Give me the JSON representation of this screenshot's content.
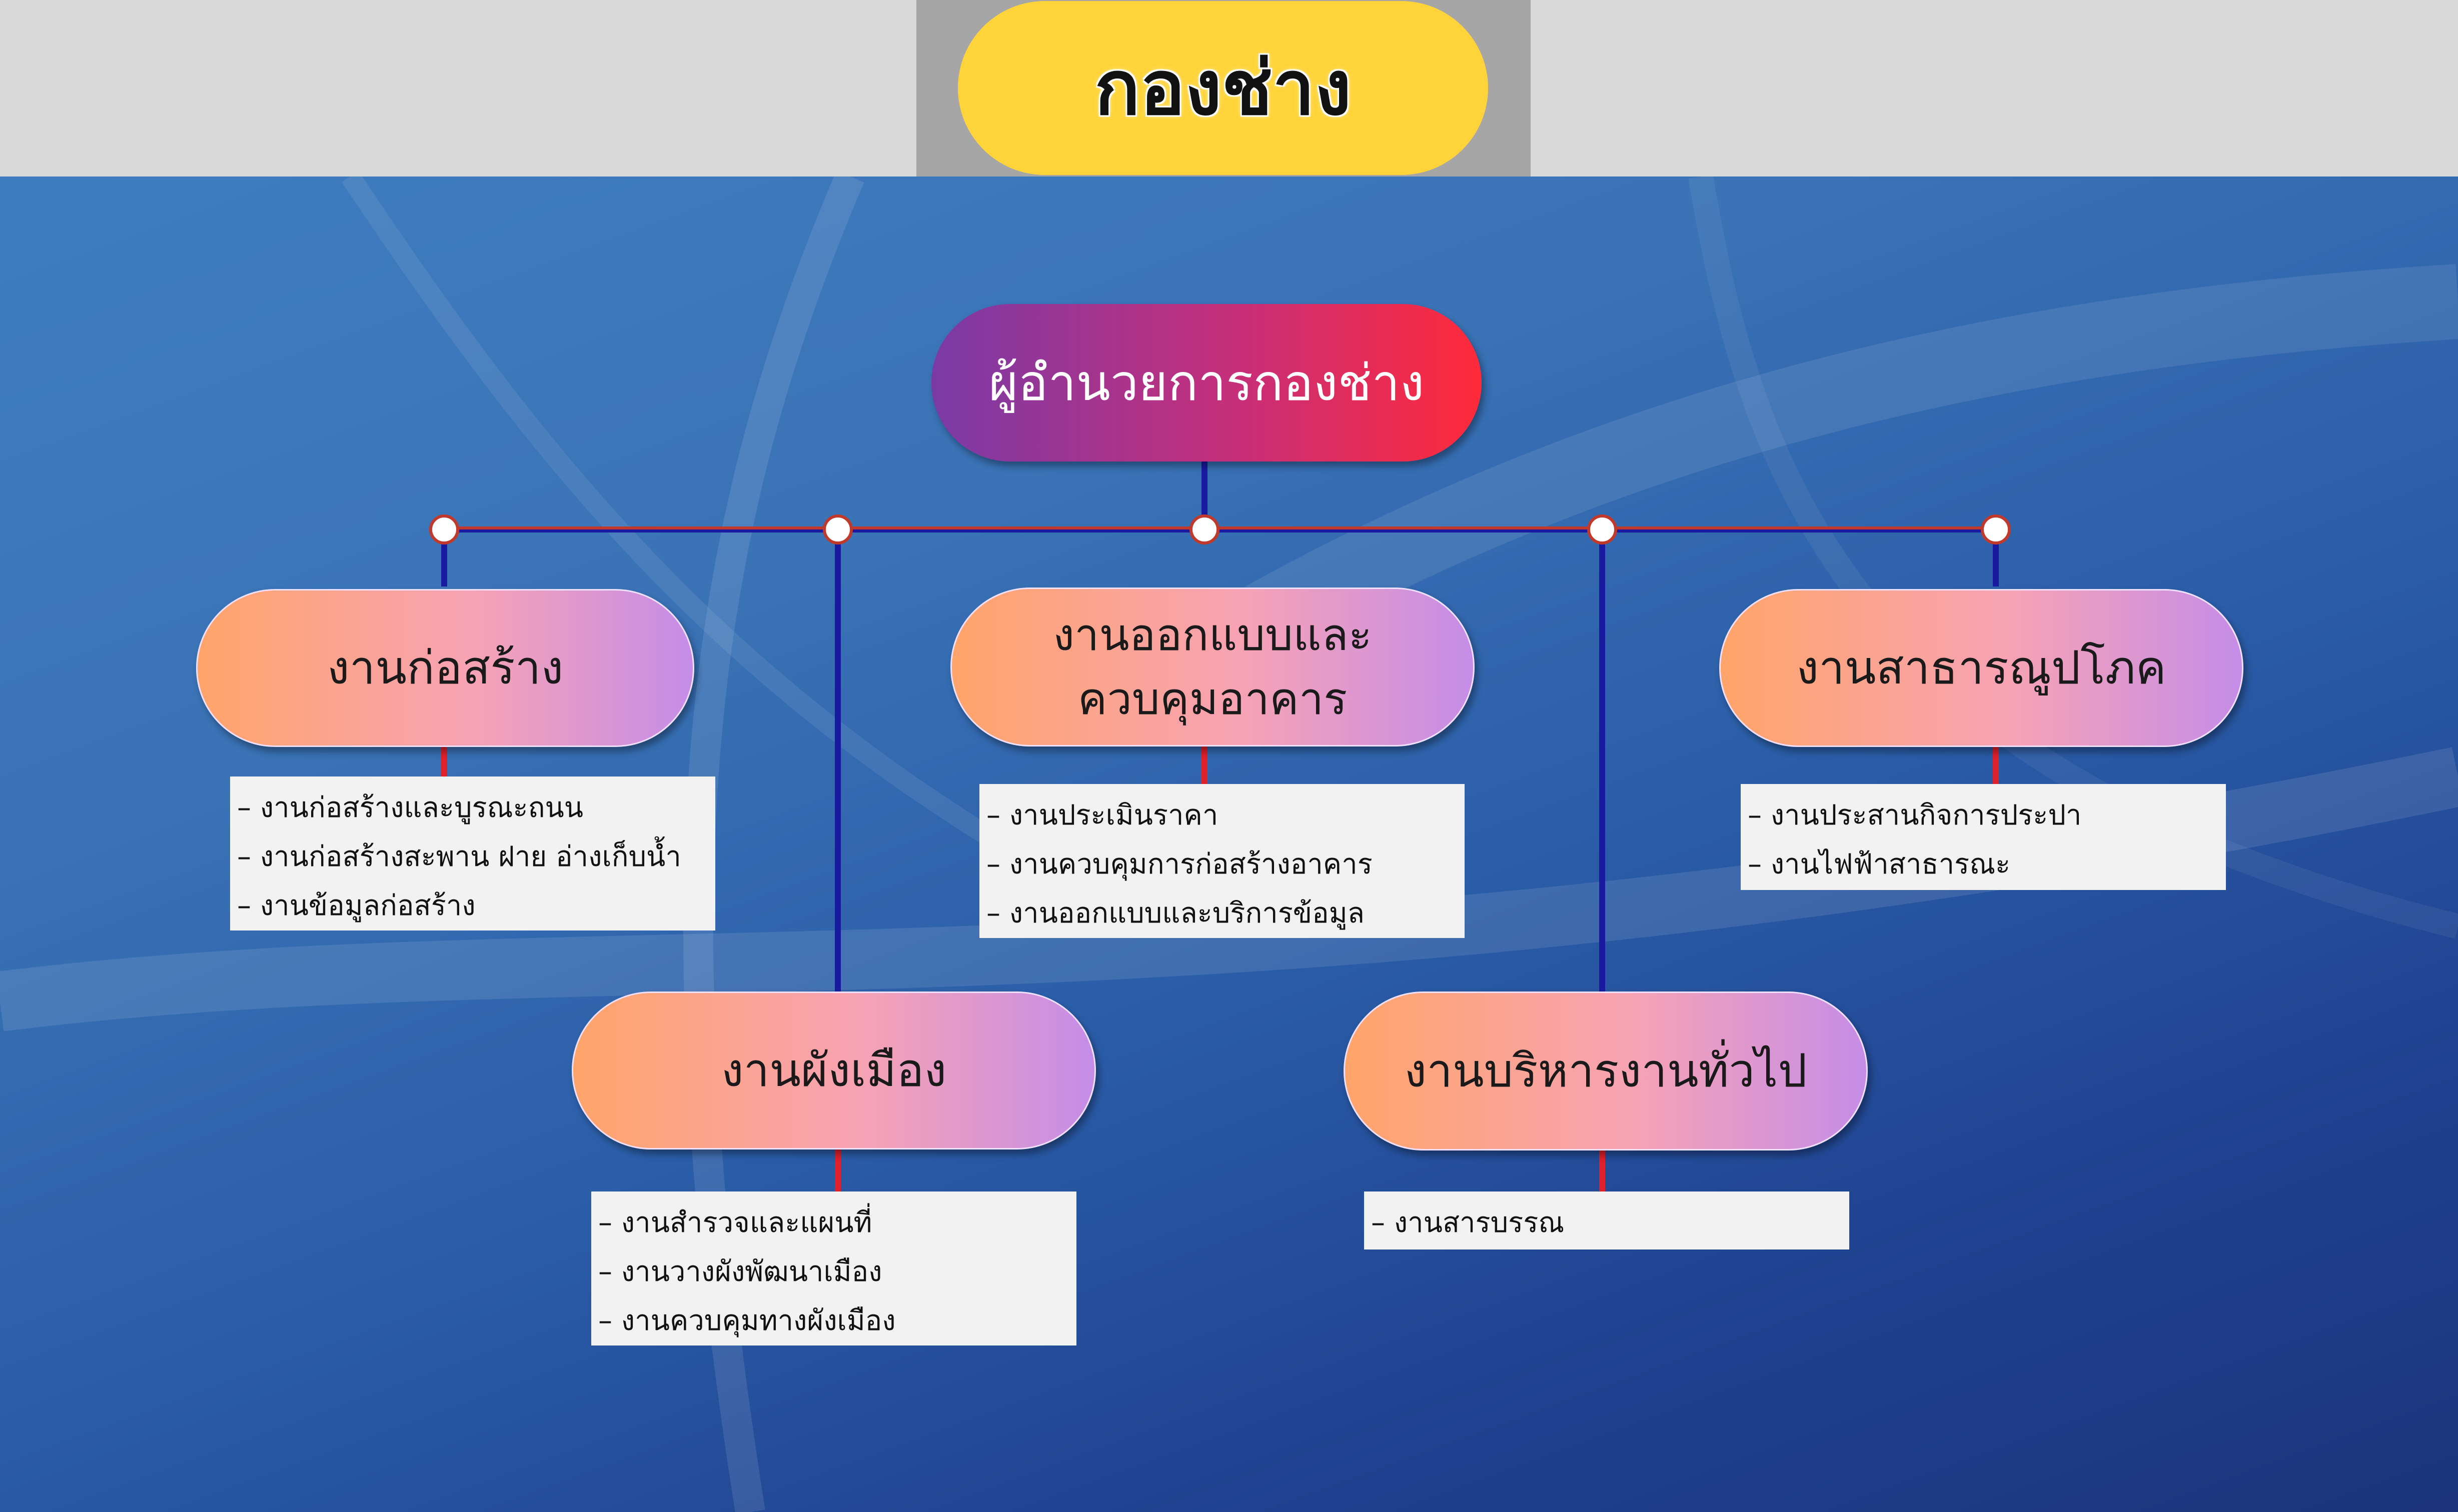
{
  "header": {
    "title": "กองช่าง"
  },
  "chart": {
    "head": "ผู้อำนวยการกองช่าง",
    "units": [
      {
        "name": "งานก่อสร้าง",
        "tasks": [
          "– งานก่อสร้างและบูรณะถนน",
          "– งานก่อสร้างสะพาน ฝาย อ่างเก็บน้ำ",
          "– งานข้อมูลก่อสร้าง"
        ]
      },
      {
        "name": "งานออกแบบและควบคุมอาคาร",
        "name_lines": [
          "งานออกแบบและ",
          "ควบคุมอาคาร"
        ],
        "tasks": [
          "– งานประเมินราคา",
          "– งานควบคุมการก่อสร้างอาคาร",
          "– งานออกแบบและบริการข้อมูล"
        ]
      },
      {
        "name": "งานสาธารณูปโภค",
        "tasks": [
          "– งานประสานกิจการประปา",
          "– งานไฟฟ้าสาธารณะ"
        ]
      },
      {
        "name": "งานผังเมือง",
        "tasks": [
          "– งานสำรวจและแผนที่",
          "– งานวางผังพัฒนาเมือง",
          "– งานควบคุมทางผังเมือง"
        ]
      },
      {
        "name": "งานบริหารงานทั่วไป",
        "tasks": [
          "– งานสารบรรณ"
        ]
      }
    ]
  },
  "colors": {
    "header_pill": "#ffd43b",
    "connector_blue": "#1a1aa0",
    "connector_red": "#e0202a",
    "background": "#2b5ea8"
  }
}
